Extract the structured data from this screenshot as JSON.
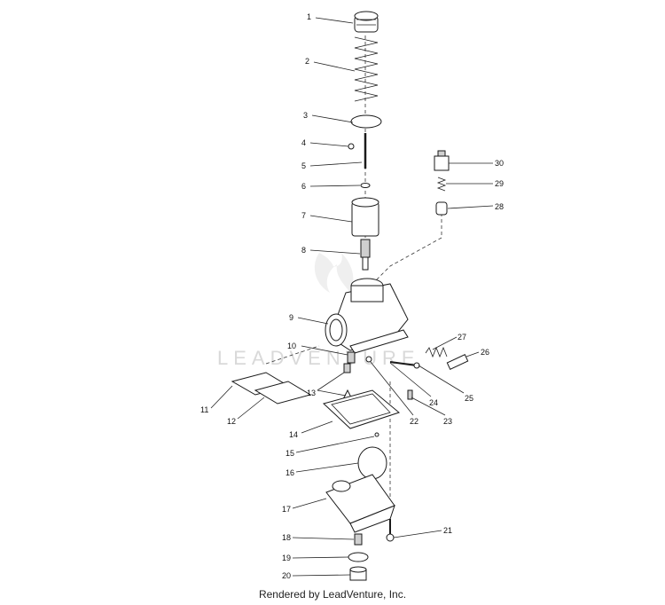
{
  "watermark": "LEADVENTURE",
  "footer": "Rendered by LeadVenture, Inc.",
  "callouts": [
    "1",
    "2",
    "3",
    "4",
    "5",
    "6",
    "7",
    "8",
    "9",
    "10",
    "11",
    "12",
    "13",
    "14",
    "15",
    "16",
    "17",
    "18",
    "19",
    "20",
    "21",
    "22",
    "23",
    "24",
    "25",
    "26",
    "27",
    "28",
    "29",
    "30"
  ]
}
